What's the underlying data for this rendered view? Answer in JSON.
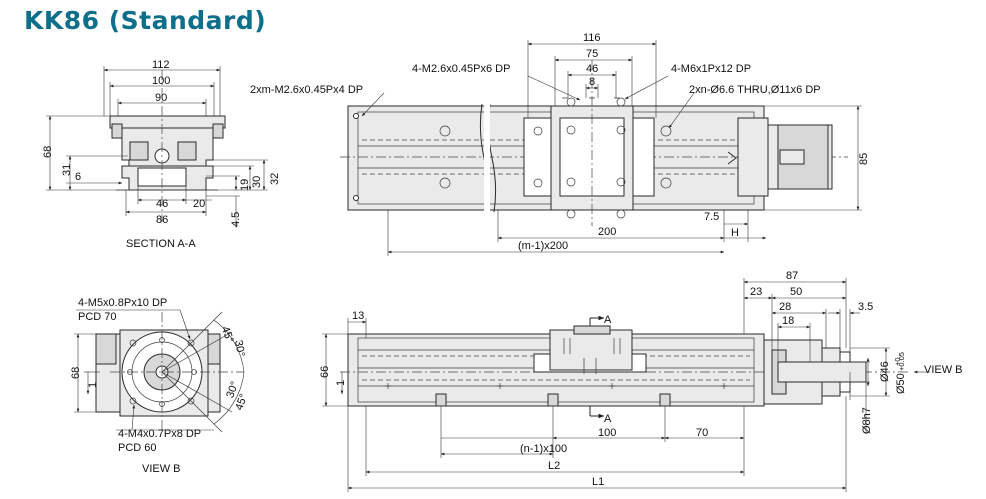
{
  "title": "KK86 (Standard)",
  "views": {
    "section_aa": "SECTION A-A",
    "view_b_label": "VIEW B",
    "view_b_pointer": "VIEW B"
  },
  "callouts": {
    "m26x045_x4": "2xm-M2.6x0.45Px4 DP",
    "m26x045_x6": "4-M2.6x0.45Px6 DP",
    "m6x1_x12": "4-M6x1Px12 DP",
    "thru_hole": "2xn-Ø6.6 THRU,Ø11x6 DP",
    "m5x08": "4-M5x0.8Px10 DP",
    "pcd70": "PCD 70",
    "m4x07": "4-M4x0.7Px8 DP",
    "pcd60": "PCD 60"
  },
  "dims": {
    "sec_112": "112",
    "sec_100": "100",
    "sec_90": "90",
    "sec_68": "68",
    "sec_31": "31",
    "sec_6": "6",
    "sec_46": "46",
    "sec_20": "20",
    "sec_86": "86",
    "sec_19": "19",
    "sec_30": "30",
    "sec_32": "32",
    "sec_45": "4.5",
    "top_116": "116",
    "top_75": "75",
    "top_46": "46",
    "top_8": "8",
    "top_85": "85",
    "top_75s": "7.5",
    "top_200": "200",
    "top_H": "H",
    "top_m1": "(m-1)x200",
    "vb_68": "68",
    "vb_1": "1",
    "vb_45a": "45°",
    "vb_30a": "30°",
    "vb_30b": "30°",
    "vb_45b": "45°",
    "fr_13": "13",
    "fr_66": "66",
    "fr_1": "1",
    "fr_87": "87",
    "fr_23": "23",
    "fr_50": "50",
    "fr_28": "28",
    "fr_18": "18",
    "fr_35": "3.5",
    "fr_A_top": "A",
    "fr_A_bot": "A",
    "fr_46": "Ø46",
    "fr_50tol": "Ø50",
    "fr_tol_up": "+0.05",
    "fr_tol_lo": "+0",
    "fr_8h7": "Ø8h7",
    "fr_100": "100",
    "fr_70": "70",
    "fr_n1": "(n-1)x100",
    "fr_L2": "L2",
    "fr_L1": "L1"
  }
}
